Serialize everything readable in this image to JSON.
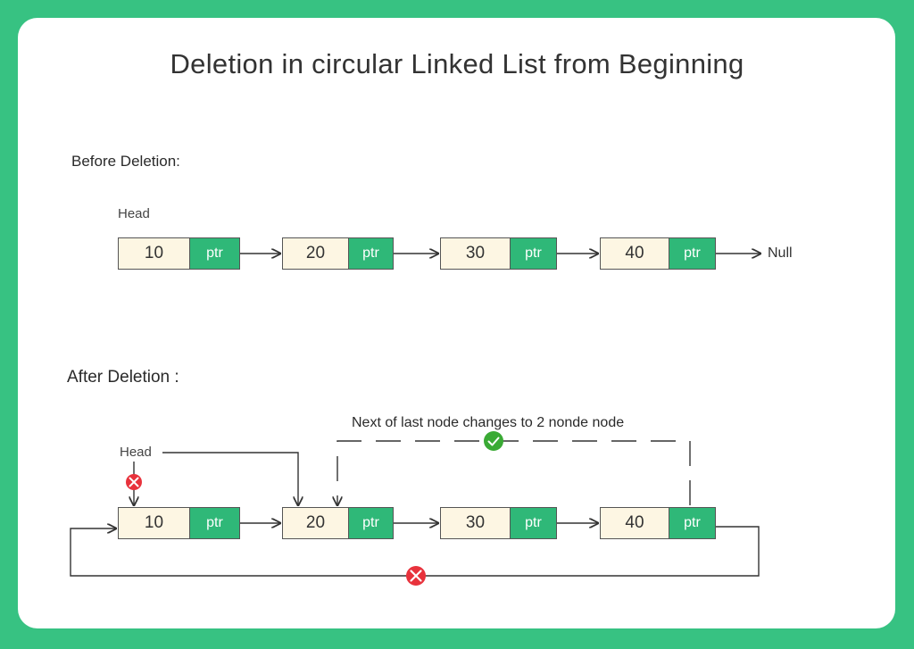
{
  "title": "Deletion in circular Linked List from Beginning",
  "before": {
    "label": "Before Deletion:",
    "head_label": "Head",
    "null_label": "Null",
    "nodes": [
      {
        "value": "10",
        "ptr": "ptr"
      },
      {
        "value": "20",
        "ptr": "ptr"
      },
      {
        "value": "30",
        "ptr": "ptr"
      },
      {
        "value": "40",
        "ptr": "ptr"
      }
    ]
  },
  "after": {
    "label": "After Deletion :",
    "head_label": "Head",
    "note": "Next of last  node changes to 2 nonde node",
    "nodes": [
      {
        "value": "10",
        "ptr": "ptr"
      },
      {
        "value": "20",
        "ptr": "ptr"
      },
      {
        "value": "30",
        "ptr": "ptr"
      },
      {
        "value": "40",
        "ptr": "ptr"
      }
    ]
  },
  "colors": {
    "background": "#37c282",
    "node_data": "#fdf6e3",
    "node_ptr": "#2fb878",
    "cross": "#e8323c",
    "check": "#3aaa35"
  }
}
